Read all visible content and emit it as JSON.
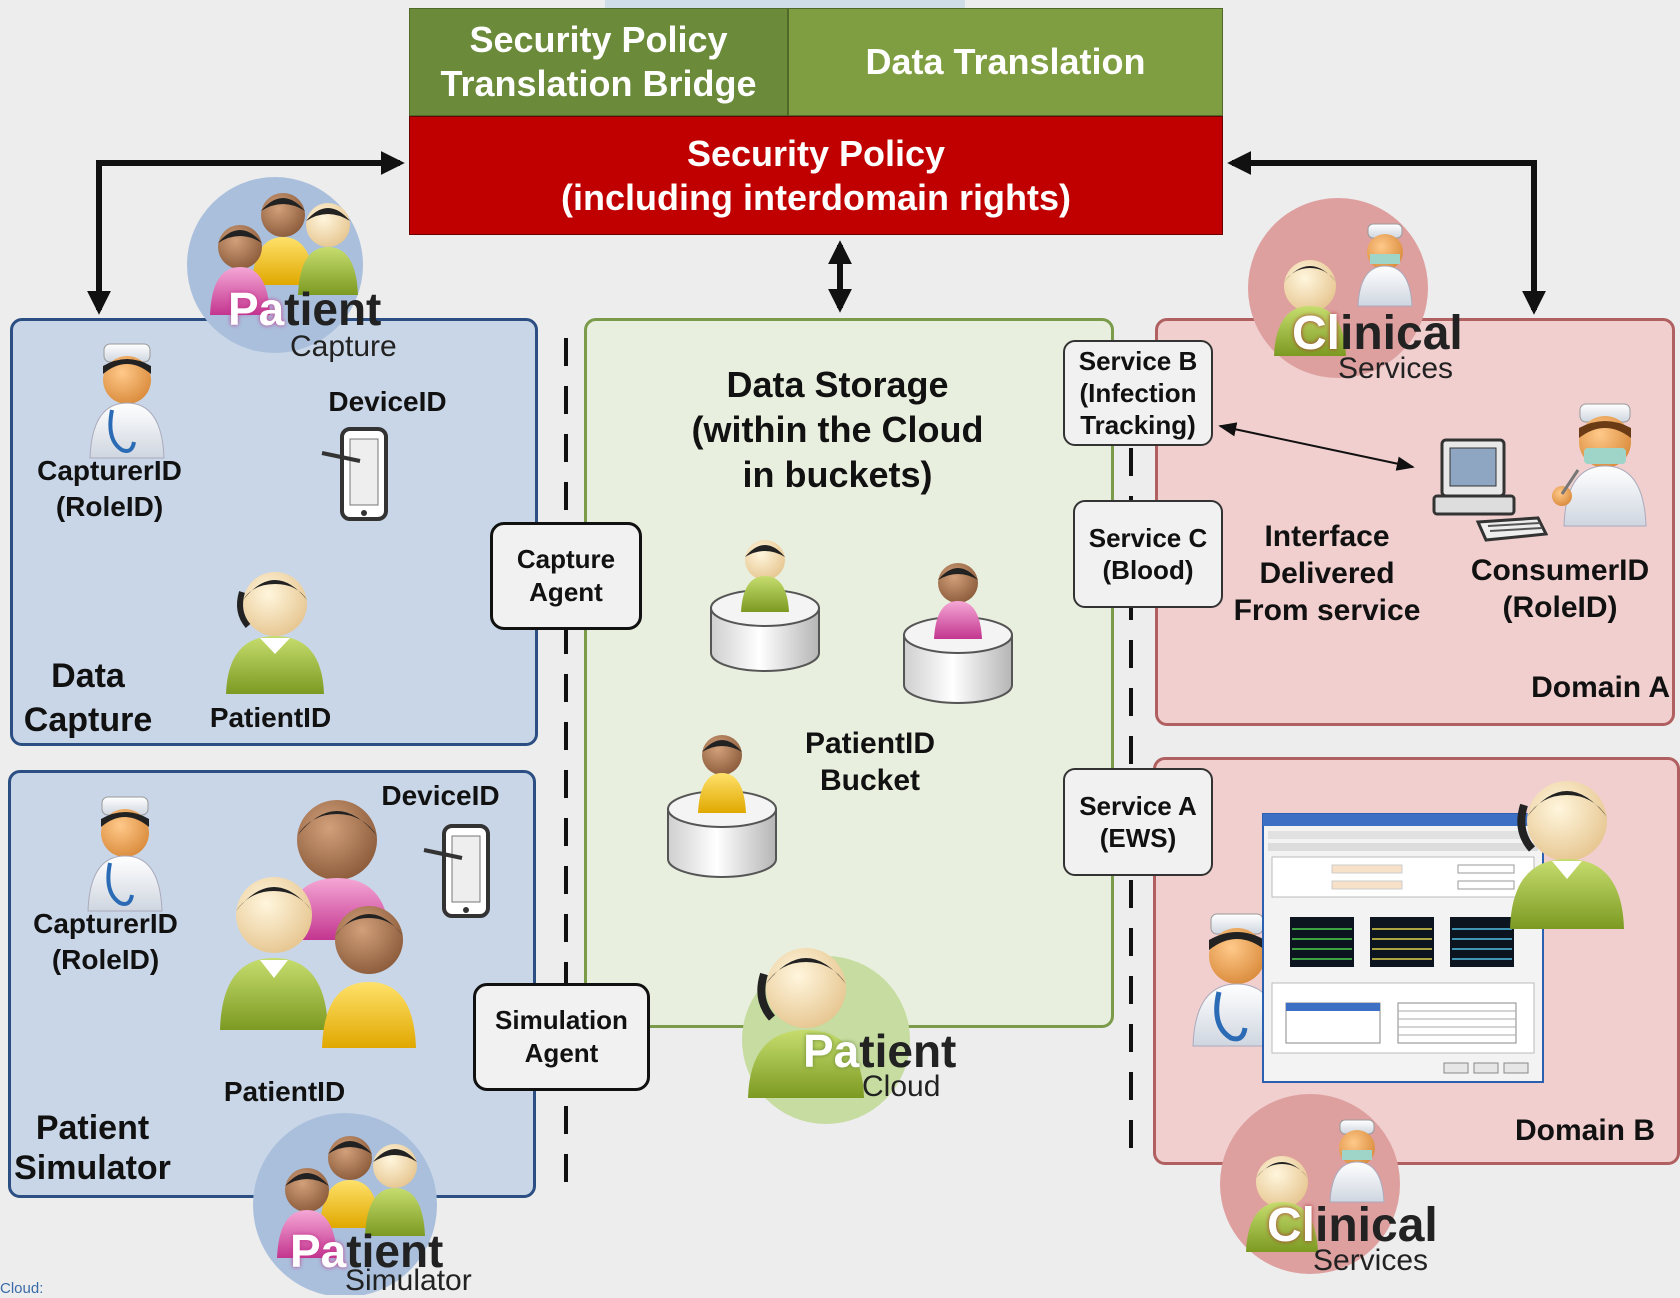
{
  "top": {
    "bridge_line1": "Security Policy",
    "bridge_line2": "Translation Bridge",
    "translation": "Data Translation",
    "policy_line1": "Security Policy",
    "policy_line2": "(including interdomain rights)"
  },
  "capture": {
    "device_label": "DeviceID",
    "capturer_line1": "CapturerID",
    "capturer_line2": "(RoleID)",
    "patient_label": "PatientID",
    "title_line1": "Data",
    "title_line2": "Capture"
  },
  "simulator": {
    "device_label": "DeviceID",
    "capturer_line1": "CapturerID",
    "capturer_line2": "(RoleID)",
    "patient_label": "PatientID",
    "title_line1": "Patient",
    "title_line2": "Simulator"
  },
  "storage": {
    "title_line1": "Data Storage",
    "title_line2": "(within the Cloud",
    "title_line3": "in buckets)",
    "bucket_line1": "PatientID",
    "bucket_line2": "Bucket"
  },
  "agents": {
    "capture_line1": "Capture",
    "capture_line2": "Agent",
    "simulation_line1": "Simulation",
    "simulation_line2": "Agent"
  },
  "services": {
    "b_line1": "Service B",
    "b_line2": "(Infection",
    "b_line3": "Tracking)",
    "c_line1": "Service C",
    "c_line2": "(Blood)",
    "a_line1": "Service A",
    "a_line2": "(EWS)"
  },
  "domain_a": {
    "interface_line1": "Interface",
    "interface_line2": "Delivered",
    "interface_line3": "From service",
    "consumer_line1": "ConsumerID",
    "consumer_line2": "(RoleID)",
    "title": "Domain A"
  },
  "domain_b": {
    "title": "Domain B"
  },
  "badges": {
    "patient_word_a": "Pa",
    "patient_word_b": "tient",
    "capture_sub": "Capture",
    "cloud_sub": "Cloud",
    "simulator_sub": "Simulator",
    "clinical_word_a": "Cl",
    "clinical_word_b": "inical",
    "services_sub": "Services"
  },
  "footer_fragment": "Cloud:",
  "colors": {
    "green_dark": "#6b8a3a",
    "green_light": "#7f9e41",
    "red": "#c00000",
    "blue_panel": "#c9d6e7",
    "blue_border": "#2b4f82",
    "green_panel": "#e9efdf",
    "pink_panel": "#f1cfcf"
  }
}
